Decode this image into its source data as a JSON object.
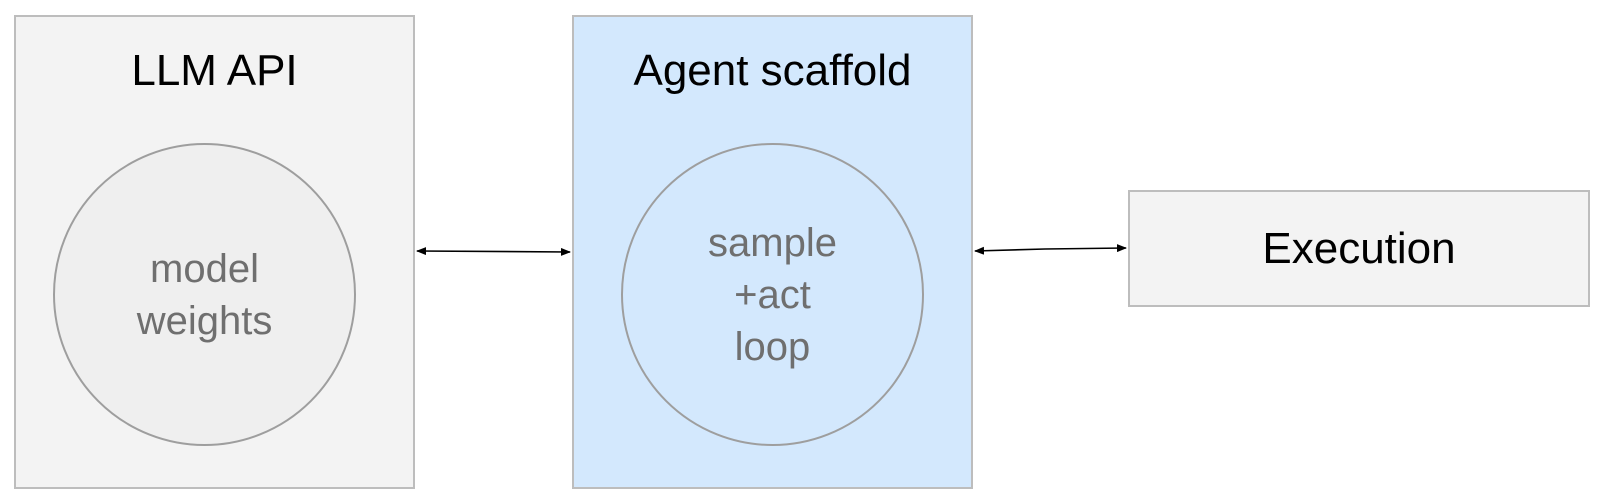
{
  "llm_api": {
    "title": "LLM API",
    "inner_lines": [
      "model",
      "weights"
    ]
  },
  "agent_scaffold": {
    "title": "Agent scaffold",
    "inner_lines": [
      "sample",
      "+act",
      "loop"
    ]
  },
  "execution": {
    "label": "Execution"
  },
  "connectors": [
    {
      "from": "llm_api",
      "to": "agent_scaffold",
      "direction": "bidirectional"
    },
    {
      "from": "agent_scaffold",
      "to": "execution",
      "direction": "bidirectional"
    }
  ],
  "colors": {
    "llm_box_fill": "#f3f3f3",
    "agent_box_fill": "#d3e8fd",
    "execution_box_fill": "#f3f3f3",
    "box_border": "#bdbdbd",
    "circle_border": "#9e9e9e",
    "circle_text": "#6f6f6f",
    "title_text": "#000000"
  }
}
